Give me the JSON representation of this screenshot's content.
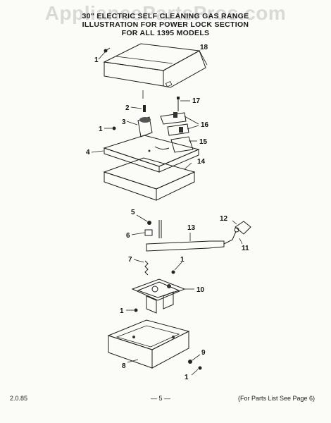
{
  "watermark": "AppliancePartsPros.com",
  "header": {
    "line1": "30\" ELECTRIC SELF CLEANING GAS RANGE",
    "line2": "ILLUSTRATION FOR POWER LOCK SECTION",
    "line3": "FOR ALL 1395    MODELS"
  },
  "callouts": [
    "1",
    "2",
    "3",
    "1",
    "4",
    "18",
    "17",
    "16",
    "15",
    "14",
    "5",
    "6",
    "7",
    "1",
    "1",
    "8",
    "13",
    "12",
    "11",
    "10",
    "9",
    "1"
  ],
  "footer": {
    "date": "2.0.85",
    "page": "— 5 —",
    "note": "(For Parts List See Page 6)"
  }
}
